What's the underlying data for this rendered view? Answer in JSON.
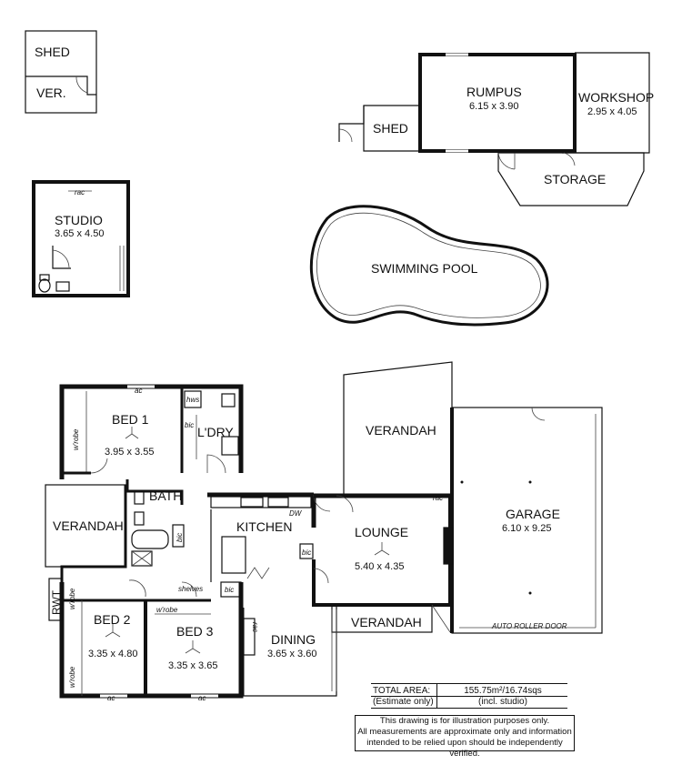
{
  "rooms": {
    "shed_top": "SHED",
    "ver_top": "VER.",
    "studio": "STUDIO",
    "studio_dim": "3.65 x 4.50",
    "rumpus": "RUMPUS",
    "rumpus_dim": "6.15 x 3.90",
    "workshop": "WORKSHOP",
    "workshop_dim": "2.95 x 4.05",
    "shed_mid": "SHED",
    "storage": "STORAGE",
    "pool": "SWIMMING POOL",
    "bed1": "BED 1",
    "bed1_dim": "3.95 x 3.55",
    "ldry": "L'DRY",
    "bath": "BATH",
    "verandah_left": "VERANDAH",
    "kitchen": "KITCHEN",
    "verandah_top": "VERANDAH",
    "lounge": "LOUNGE",
    "lounge_dim": "5.40 x 4.35",
    "garage": "GARAGE",
    "garage_dim": "6.10 x 9.25",
    "bed2": "BED 2",
    "bed2_dim": "3.35 x 4.80",
    "bed3": "BED 3",
    "bed3_dim": "3.35 x 3.65",
    "dining": "DINING",
    "dining_dim": "3.65 x 3.60",
    "verandah_bottom": "VERANDAH",
    "rwt": "RWT",
    "auto_door": "AUTO ROLLER DOOR"
  },
  "small_labels": {
    "ac": "ac",
    "rac": "rac",
    "hws": "hws",
    "bic": "bic",
    "wrobe": "w'robe",
    "dw": "DW",
    "shelves": "shelves"
  },
  "area": {
    "total_label": "TOTAL AREA:",
    "total_value": "155.75m²/16.74sqs",
    "estimate_label": "(Estimate only)",
    "estimate_value": "(incl. studio)"
  },
  "disclaimer": {
    "line1": "This drawing is for illustration purposes only.",
    "line2": "All measurements are approximate only and information",
    "line3": "intended to be relied upon should be independently verified."
  }
}
